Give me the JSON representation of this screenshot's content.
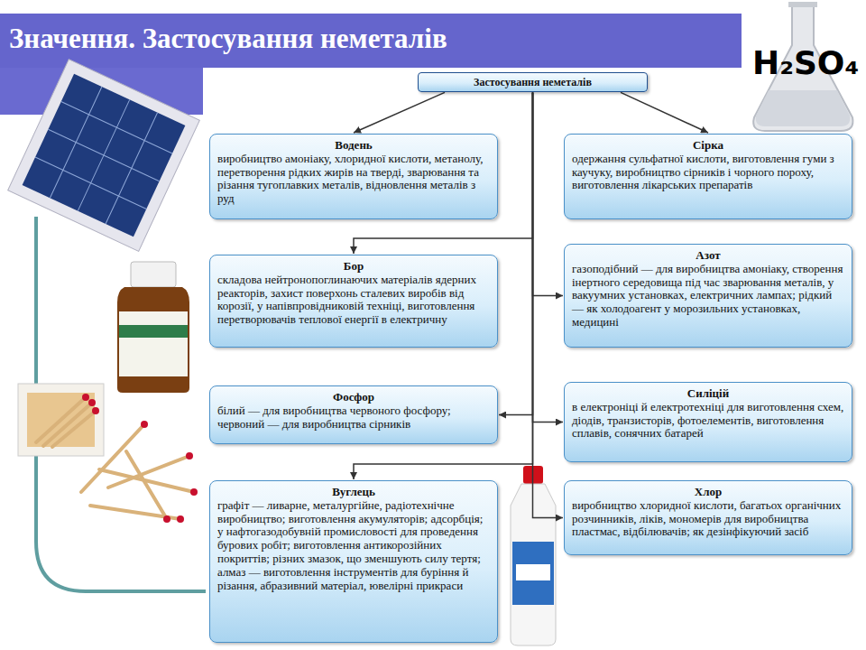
{
  "diagram": {
    "title": "Значення. Застосування неметалів",
    "nodes": [
      {
        "text": [
          "Застосування неметалів"
        ]
      },
      {
        "text": [
          "Водень",
          "виробництво амоніаку, хлоридної кислоти, метанолу, перетворення рідких жирів на тверді, зварювання та різання тугоплавких металів, відновлення металів з руд"
        ]
      },
      {
        "text": [
          "Сірка",
          "одержання сульфатної кислоти, виготовлення гуми з каучуку, виробництво сірників і чорного пороху, виготовлення лікарських препаратів"
        ]
      },
      {
        "text": [
          "Бор",
          "складова нейтронопоглинаючих матеріалів ядерних реакторів, захист поверхонь сталевих виробів від корозії, у напівпровідниковій техніці, виготовлення перетворювачів теплової енергії в електричну"
        ]
      },
      {
        "text": [
          "Азот",
          "газоподібний — для виробництва амоніаку, створення інертного середовища під час зварювання металів, у вакуумних установках, електричних лампах; рідкий — як холодоагент у морозильних установках, медицині"
        ]
      },
      {
        "text": [
          "Фосфор",
          "білий — для виробництва червоного фосфору; червоний — для виробництва сірників"
        ]
      },
      {
        "text": [
          "Силіцій",
          "в електроніці й електротехніці для виготовлення схем, діодів, транзисторів, фотоелементів, виготовлення сплавів, сонячних батарей"
        ]
      },
      {
        "text": [
          "Вуглець",
          "графіт — ливарне, металургійне, радіотехнічне виробництво; виготовлення акумуляторів; адсорбція; у нафтогазодобувній промисловості для проведення бурових робіт; виготовлення антикорозійних покриттів; різних змазок, що зменшують силу тертя; алмаз — виготовлення інструментів для буріння й різання, абразивний матеріал, ювелірні прикраси"
        ]
      },
      {
        "text": [
          "Хлор",
          "виробництво хлоридної кислоти, багатьох органічних розчинників, ліків, мономерів для виробництва пластмас, відбілювачів; як дезінфікуючий засіб"
        ]
      }
    ],
    "edges": [
      {
        "from": 0,
        "to": 1,
        "arrow": "to"
      },
      {
        "from": 0,
        "to": 2,
        "arrow": "to"
      },
      {
        "from": 0,
        "to": 3,
        "arrow": "to"
      },
      {
        "from": 0,
        "to": 4,
        "arrow": "to"
      },
      {
        "from": 0,
        "to": 5,
        "arrow": "to"
      },
      {
        "from": 0,
        "to": 6,
        "arrow": "to"
      },
      {
        "from": 0,
        "to": 7,
        "arrow": "to"
      },
      {
        "from": 0,
        "to": 8,
        "arrow": "to"
      }
    ],
    "labels": [
      "H₂SO₄"
    ]
  }
}
